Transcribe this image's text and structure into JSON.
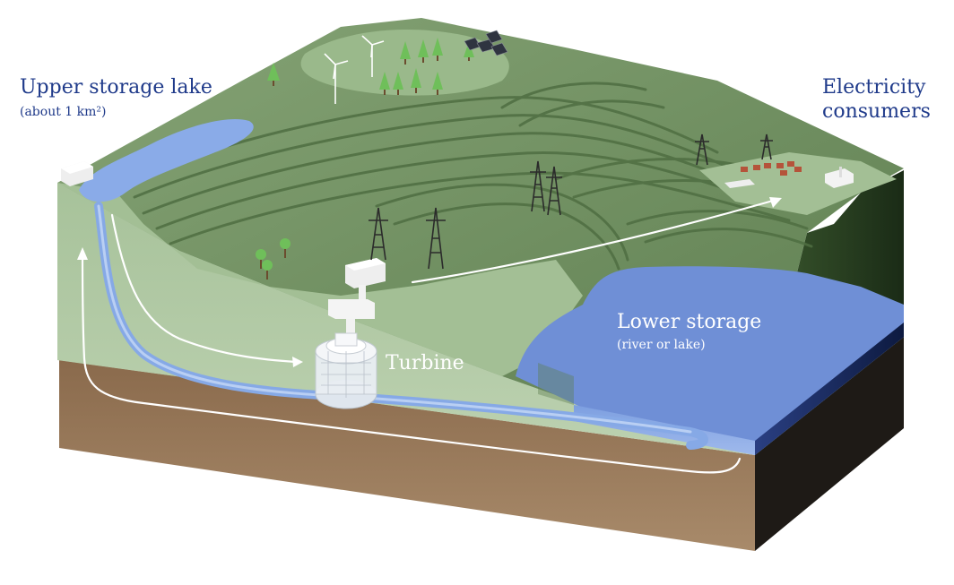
{
  "labels": {
    "upper_lake_title": "Upper storage lake",
    "upper_lake_sub": "(about 1 km²)",
    "consumers_line1": "Electricity",
    "consumers_line2": "consumers",
    "turbine": "Turbine",
    "lower_title": "Lower storage",
    "lower_sub": "(river or lake)"
  },
  "colors": {
    "label_blue": "#1f3a8a",
    "terrain_green": "#7f9f6f",
    "terrain_light": "#a8c39b",
    "soil_brown": "#8b6b4d",
    "water_blue": "#6f95d6",
    "pipe_blue": "#86a9e6",
    "arrow": "#ffffff"
  }
}
